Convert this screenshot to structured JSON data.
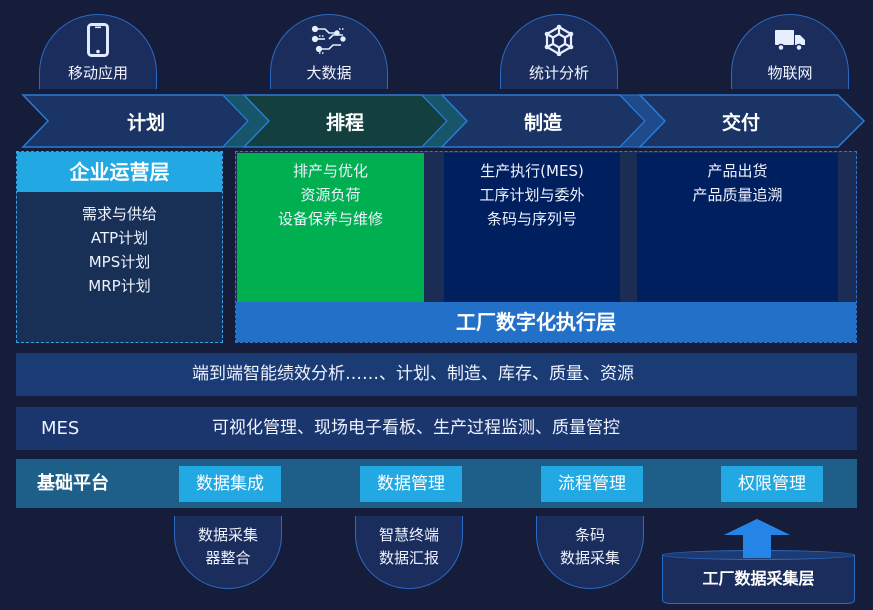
{
  "top_badges": [
    {
      "label": "移动应用",
      "icon": "mobile-phone-icon"
    },
    {
      "label": "大数据",
      "icon": "big-data-circuit-icon"
    },
    {
      "label": "统计分析",
      "icon": "network-hexagon-icon"
    },
    {
      "label": "物联网",
      "icon": "truck-icon"
    }
  ],
  "process_steps": [
    {
      "label": "计划",
      "color": "#1b3466"
    },
    {
      "label": "排程",
      "color": "#133f3f"
    },
    {
      "label": "制造",
      "color": "#1b3466"
    },
    {
      "label": "交付",
      "color": "#1b3466"
    }
  ],
  "enterprise_layer": {
    "title": "企业运营层",
    "items": [
      "需求与供给",
      "ATP计划",
      "MPS计划",
      "MRP计划"
    ]
  },
  "factory_layer": {
    "title": "工厂数字化执行层",
    "columns": [
      {
        "items": [
          "排产与优化",
          "资源负荷",
          "设备保养与维修"
        ],
        "color": "#00b050"
      },
      {
        "items": [
          "生产执行(MES)",
          "工序计划与委外",
          "条码与序列号"
        ],
        "color": "#001f5f"
      },
      {
        "items": [
          "产品出货",
          "产品质量追溯"
        ],
        "color": "#001f5f"
      }
    ]
  },
  "analytics_row": {
    "text": "端到端智能绩效分析……、计划、制造、库存、质量、资源"
  },
  "mes_row": {
    "label": "MES",
    "text": "可视化管理、现场电子看板、生产过程监测、质量管控"
  },
  "base_platform": {
    "label": "基础平台",
    "modules": [
      "数据集成",
      "数据管理",
      "流程管理",
      "权限管理"
    ]
  },
  "data_sources": [
    {
      "lines": [
        "数据采集",
        "器整合"
      ]
    },
    {
      "lines": [
        "智慧终端",
        "数据汇报"
      ]
    },
    {
      "lines": [
        "条码",
        "数据采集"
      ]
    }
  ],
  "collection_layer": {
    "title": "工厂数据采集层",
    "arrow_color": "#2585e6"
  },
  "colors": {
    "background": "#161d3a",
    "accent_cyan": "#22a8e2",
    "accent_blue": "#2270c8",
    "green": "#00b050",
    "navy": "#001f5f"
  }
}
